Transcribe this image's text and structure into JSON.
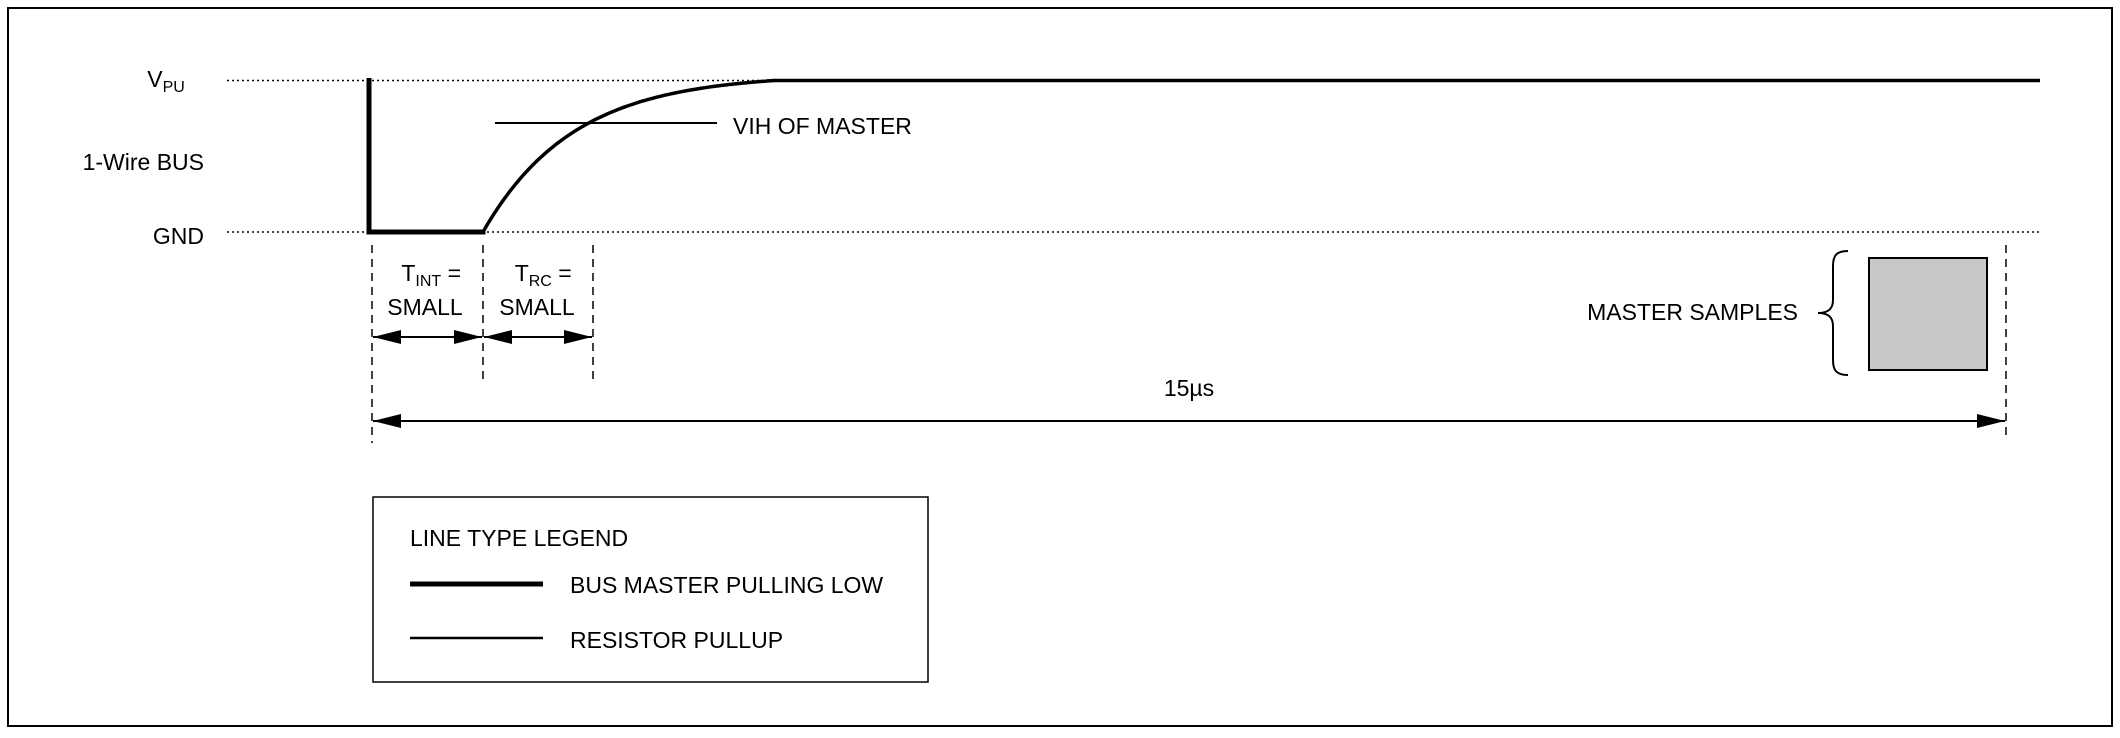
{
  "diagram": {
    "levels": {
      "vpu": {
        "main": "V",
        "sub": "PU"
      },
      "bus": "1-Wire BUS",
      "gnd": "GND"
    },
    "vih_label": "VIH OF MASTER",
    "intervals": [
      {
        "symbol": "T",
        "sub": "INT",
        "suffix": " =",
        "value": "SMALL"
      },
      {
        "symbol": "T",
        "sub": "RC",
        "suffix": " =",
        "value": "SMALL"
      }
    ],
    "sample_label": "MASTER SAMPLES",
    "total_time": "15µs",
    "legend": {
      "title": "LINE TYPE LEGEND",
      "items": [
        {
          "label": "BUS MASTER PULLING LOW"
        },
        {
          "label": "RESISTOR PULLUP"
        }
      ]
    }
  },
  "colors": {
    "line": "#000000",
    "sample_window": "#c8c8c8",
    "background": "#ffffff"
  }
}
